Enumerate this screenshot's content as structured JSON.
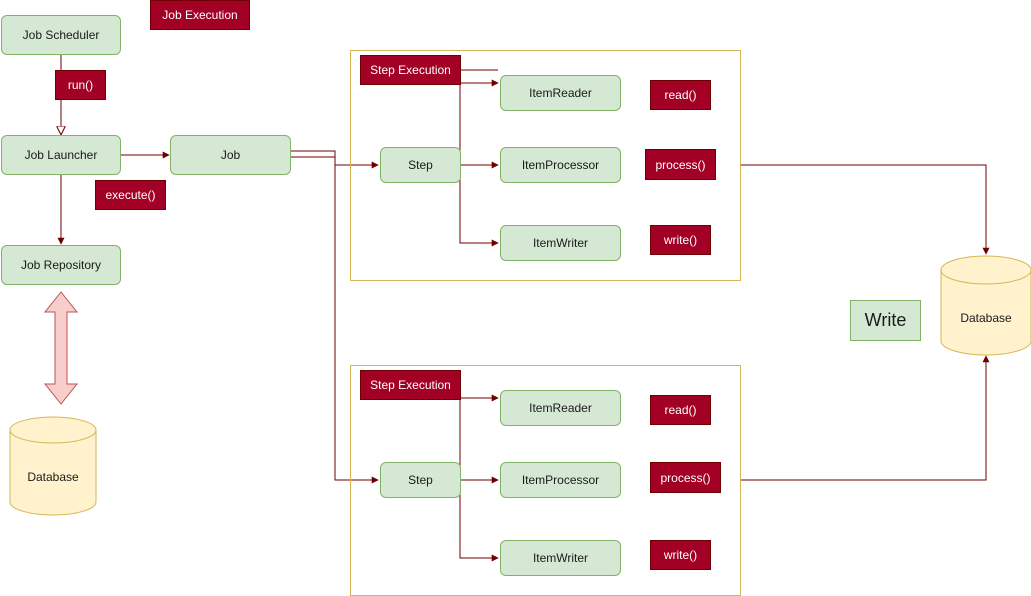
{
  "legend": {
    "job_execution": "Job Execution"
  },
  "nodes": {
    "job_scheduler": "Job Scheduler",
    "job_launcher": "Job Launcher",
    "job_repository": "Job Repository",
    "job": "Job",
    "write": "Write"
  },
  "calls": {
    "run": "run()",
    "execute": "execute()"
  },
  "databases": {
    "left": "Database",
    "right": "Database"
  },
  "step_groups": [
    {
      "execution_label": "Step Execution",
      "step": "Step",
      "reader": "ItemReader",
      "processor": "ItemProcessor",
      "writer": "ItemWriter",
      "read_call": "read()",
      "process_call": "process()",
      "write_call": "write()"
    },
    {
      "execution_label": "Step Execution",
      "step": "Step",
      "reader": "ItemReader",
      "processor": "ItemProcessor",
      "writer": "ItemWriter",
      "read_call": "read()",
      "process_call": "process()",
      "write_call": "write()"
    }
  ],
  "colors": {
    "green_fill": "#d5e8d4",
    "green_stroke": "#82b366",
    "red_fill": "#a20025",
    "connector": "#6f0000",
    "db_fill": "#fff2cc",
    "db_stroke": "#d6b656",
    "arrow_fill": "#f8cecc",
    "arrow_stroke": "#b85450"
  }
}
